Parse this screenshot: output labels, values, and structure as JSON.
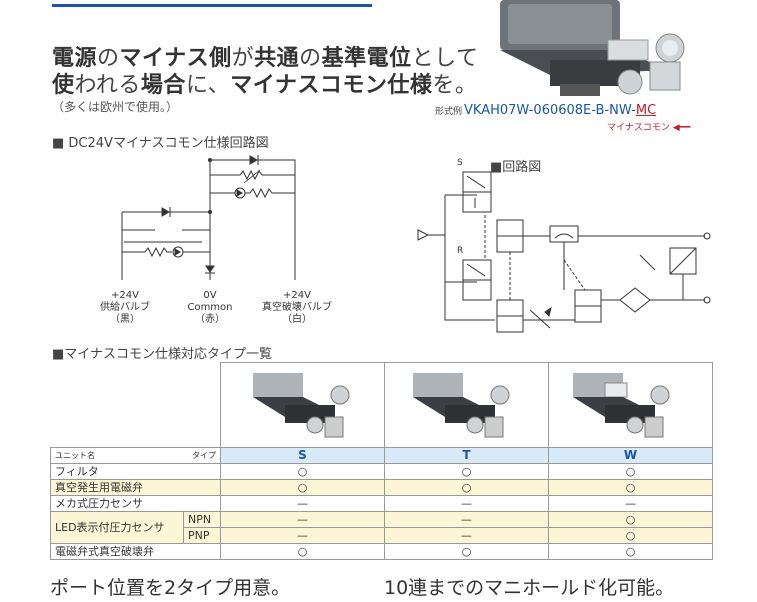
{
  "headline": {
    "line1": [
      {
        "text": "電源",
        "bold": true
      },
      {
        "text": "の",
        "bold": false
      },
      {
        "text": "マイナス側",
        "bold": true
      },
      {
        "text": "が",
        "bold": false
      },
      {
        "text": "共通",
        "bold": true
      },
      {
        "text": "の",
        "bold": false
      },
      {
        "text": "基準電位",
        "bold": true
      },
      {
        "text": "として",
        "bold": false
      }
    ],
    "line2": [
      {
        "text": "使",
        "bold": true
      },
      {
        "text": "われる",
        "bold": false
      },
      {
        "text": "場合",
        "bold": true
      },
      {
        "text": "に、",
        "bold": false
      },
      {
        "text": "マイナスコモン仕様",
        "bold": true
      },
      {
        "text": "を。",
        "bold": false
      }
    ],
    "note": "（多くは欧州で使用。）"
  },
  "model_example": {
    "prefix": "形式例",
    "code": "VKAH07W-060608E-B-NW-",
    "suffix": "MC",
    "suffix_label": "マイナスコモン"
  },
  "circuit_section": {
    "title": "■ DC24Vマイナスコモン仕様回路図",
    "labels": [
      {
        "lines": [
          "+24V",
          "供給バルブ",
          "（黒）"
        ]
      },
      {
        "lines": [
          "0V",
          "Common",
          "（赤）"
        ]
      },
      {
        "lines": [
          "+24V",
          "真空破壊バルブ",
          "（白）"
        ]
      }
    ]
  },
  "pneumatic_section": {
    "title": "■回路図",
    "marks": [
      "S",
      "R"
    ]
  },
  "table_section": {
    "title": "■マイナスコモン仕様対応タイプ一覧",
    "header_left": "ユニット名",
    "header_right": "タイプ",
    "types": [
      "S",
      "T",
      "W"
    ],
    "rows": [
      {
        "name": "フィルタ",
        "sub": "",
        "values": [
          "○",
          "○",
          "○"
        ],
        "shade": "none"
      },
      {
        "name": "真空発生用電磁弁",
        "sub": "",
        "values": [
          "○",
          "○",
          "○"
        ],
        "shade": "yellow"
      },
      {
        "name": "メカ式圧力センサ",
        "sub": "",
        "values": [
          "—",
          "—",
          "—"
        ],
        "shade": "none"
      },
      {
        "name": "LED表示付圧力センサ",
        "sub": "NPN",
        "values": [
          "—",
          "—",
          "○"
        ],
        "shade": "yellow"
      },
      {
        "name": "",
        "sub": "PNP",
        "values": [
          "—",
          "—",
          "○"
        ],
        "shade": "yellow"
      },
      {
        "name": "電磁弁式真空破壊弁",
        "sub": "",
        "values": [
          "○",
          "○",
          "○"
        ],
        "shade": "none"
      }
    ]
  },
  "bottom": {
    "left": "ポート位置を2タイプ用意。",
    "right": "10連までのマニホールド化可能。"
  },
  "colors": {
    "accent_blue": "#1a56a8",
    "accent_red": "#c0202a",
    "table_yellow": "#fdf6d6",
    "table_blue": "#d8e9f7"
  }
}
